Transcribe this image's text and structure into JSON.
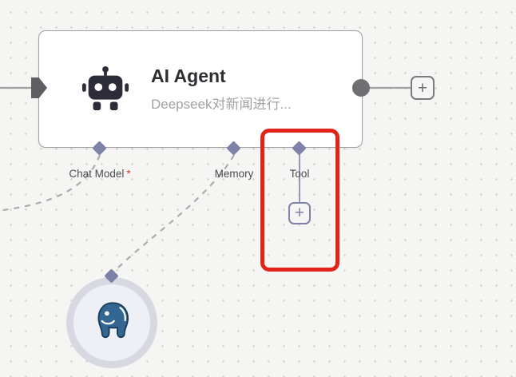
{
  "agent_node": {
    "title": "AI Agent",
    "subtitle": "Deepseek对新闻进行...",
    "icon": "robot-icon"
  },
  "ports": {
    "chat_model": {
      "label": "Chat Model",
      "required_marker": "*"
    },
    "memory": {
      "label": "Memory"
    },
    "tool": {
      "label": "Tool"
    }
  },
  "buttons": {
    "add_output_node": "+",
    "add_tool": "+"
  },
  "sub_nodes": {
    "postgres": {
      "icon": "postgresql-elephant-icon",
      "connected_port": "Memory"
    }
  },
  "annotations": {
    "highlight_box_target": "Tool"
  },
  "colors": {
    "highlight_red": "#e02419",
    "port_diamond_purple": "#7e81a8",
    "node_border_gray": "#9f9f9f",
    "endpoint_gray": "#6f6f73",
    "postgres_blue": "#336791",
    "canvas_bg": "#f5f5f3",
    "required_asterisk_red": "#d33a2f"
  }
}
